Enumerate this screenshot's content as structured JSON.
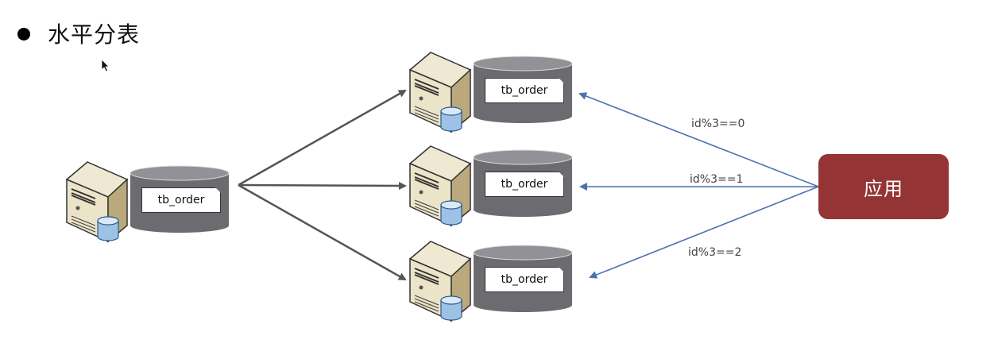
{
  "slide": {
    "title": "水平分表",
    "bullet_icon": "bullet-dot"
  },
  "source_db": {
    "table_label": "tb_order"
  },
  "shards": [
    {
      "table_label": "tb_order",
      "rule": "id%3==0"
    },
    {
      "table_label": "tb_order",
      "rule": "id%3==1"
    },
    {
      "table_label": "tb_order",
      "rule": "id%3==2"
    }
  ],
  "application": {
    "label": "应用"
  },
  "colors": {
    "app_box": "#943434",
    "app_arrows": "#4a73ae",
    "split_arrows": "#555555",
    "cylinder": "#6b6b70"
  }
}
